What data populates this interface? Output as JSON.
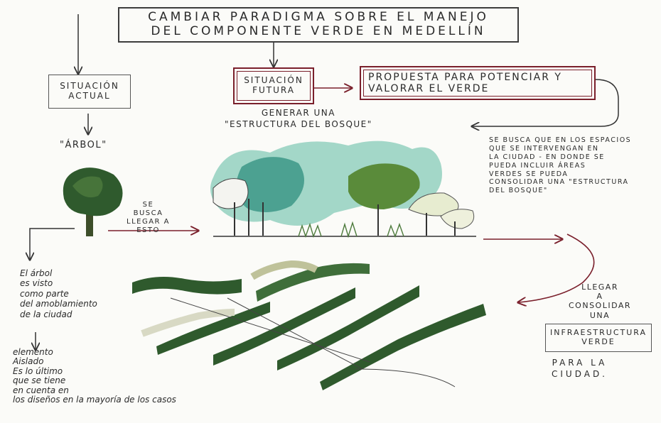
{
  "nodes": {
    "title": "CAMBIAR PARADIGMA SOBRE EL MANEJO\nDEL COMPONENTE VERDE EN MEDELLÍN",
    "actual": "SITUACIÓN\nACTUAL",
    "futura": "SITUACIÓN\nFUTURA",
    "propuesta": "PROPUESTA PARA POTENCIAR Y\nVALORAR EL VERDE",
    "arbol": "\"ÁRBOL\"",
    "generar": "GENERAR UNA\n\"ESTRUCTURA DEL BOSQUE\"",
    "se_busca_1": "SE BUSCA QUE EN LOS ESPACIOS\nQUE SE INTERVENGAN EN\nLA CIUDAD - EN DONDE SE\nPUEDA INCLUIR ÁREAS\nVERDES SE PUEDA\nCONSOLIDAR UNA \"ESTRUCTURA\nDEL BOSQUE\"",
    "se_busca_2": "SE\nBUSCA\nLLEGAR A\nESTO",
    "arbol_visto": "El árbol\nes visto\ncomo parte\ndel amoblamiento\nde la ciudad",
    "elemento": "elemento\nAislado\nEs lo último\nque se tiene\nen cuenta en\nlos diseños en la mayoría de los casos",
    "llegar": "LLEGAR\nA\nCONSOLIDAR\nUNA",
    "infra": "INFRAESTRUCTURA\nVERDE",
    "para": "PARA LA\nCIUDAD."
  },
  "colors": {
    "ink": "#2a2a2a",
    "accent_red": "#7a1f2b",
    "dark_green": "#2f5a2d",
    "teal": "#5fb8a4",
    "light_green": "#d9e1b8"
  }
}
